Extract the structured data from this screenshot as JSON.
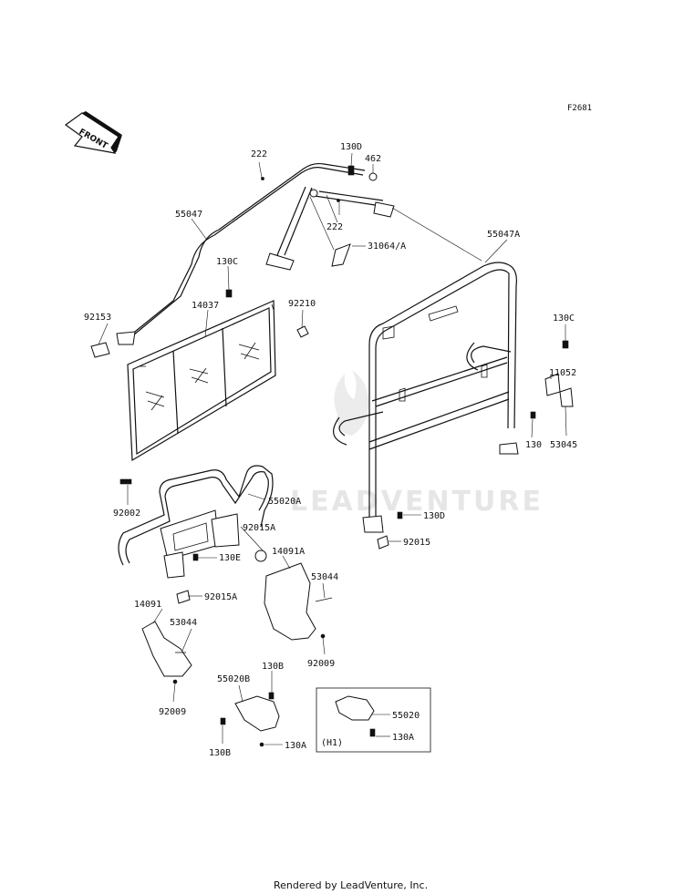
{
  "figure_id": "F2681",
  "front_label": "FRONT",
  "watermark": "LEADVENTURE",
  "footer": "Rendered by LeadVenture, Inc.",
  "inset_label": "(H1)",
  "labels": {
    "l222a": "222",
    "l130d_top": "130D",
    "l462": "462",
    "l55047": "55047",
    "l222b": "222",
    "l31064a": "31064/A",
    "l55047a": "55047A",
    "l130c_a": "130C",
    "l92210": "92210",
    "l92153": "92153",
    "l14037": "14037",
    "l130c_b": "130C",
    "l11052": "11052",
    "l130": "130",
    "l53045": "53045",
    "l92002": "92002",
    "l55020a": "55020A",
    "l92015a_a": "92015A",
    "l130e": "130E",
    "l92015a_b": "92015A",
    "l130d_bot": "130D",
    "l92015": "92015",
    "l14091a": "14091A",
    "l53044a": "53044",
    "l92009a": "92009",
    "l14091": "14091",
    "l53044b": "53044",
    "l92009b": "92009",
    "l130b_a": "130B",
    "l55020b": "55020B",
    "l130b_b": "130B",
    "l130a_a": "130A",
    "l55020": "55020",
    "l130a_b": "130A"
  }
}
